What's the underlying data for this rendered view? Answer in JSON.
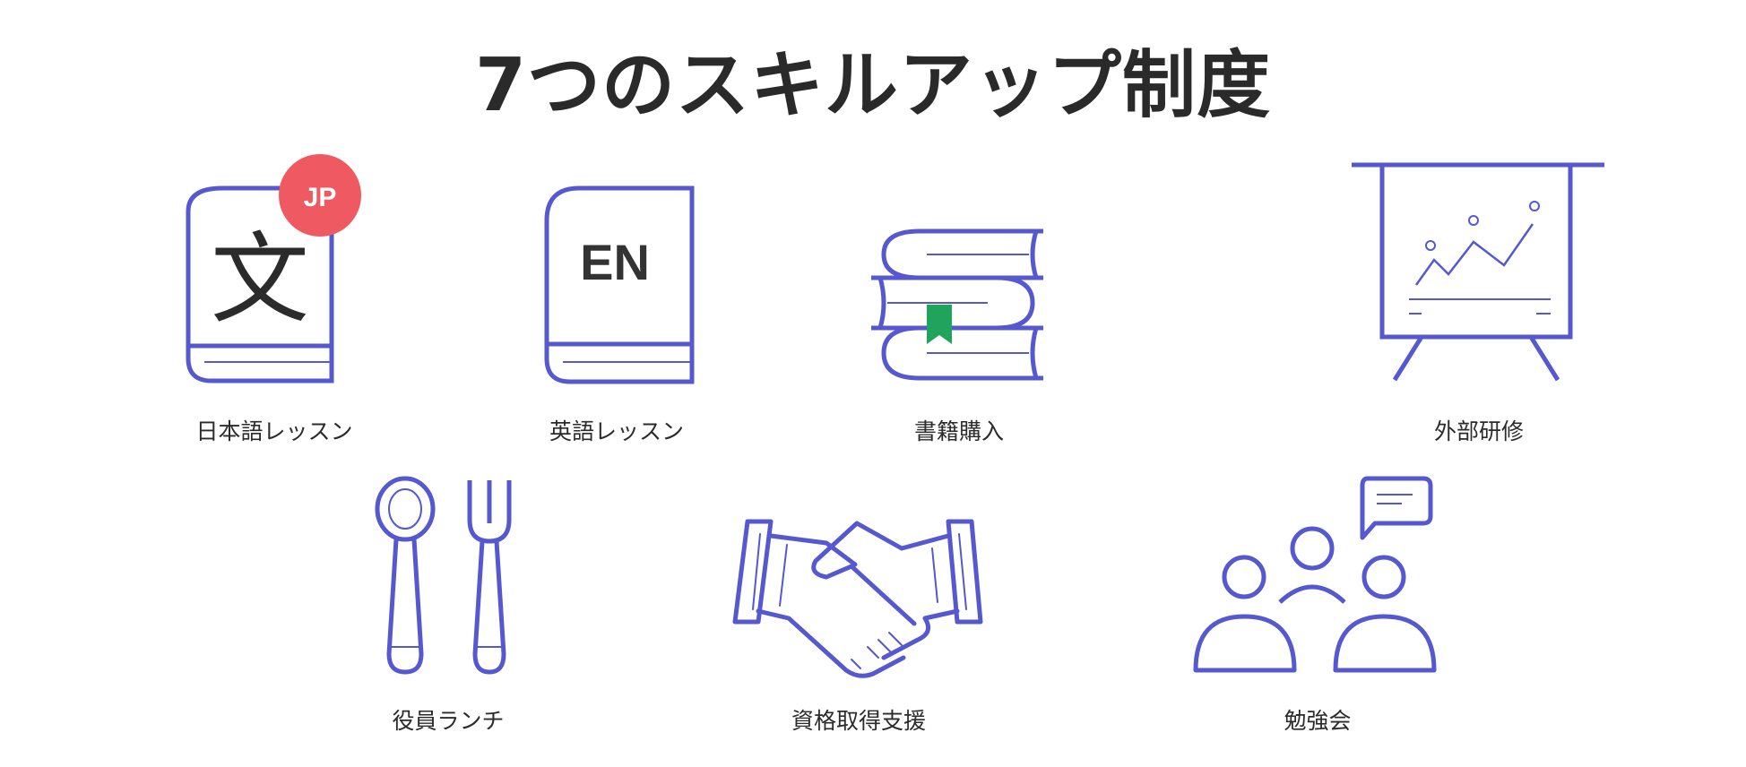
{
  "title": "7つのスキルアップ制度",
  "colors": {
    "stroke": "#5558cf",
    "badge": "#ef5a62",
    "bookmark": "#20a45c",
    "text": "#2b2b2b"
  },
  "items": [
    {
      "label": "日本語レッスン",
      "icon": "japanese-book-icon",
      "glyph": "文",
      "badge": "JP"
    },
    {
      "label": "英語レッスン",
      "icon": "english-book-icon",
      "glyph": "EN"
    },
    {
      "label": "書籍購入",
      "icon": "book-stack-icon"
    },
    {
      "label": "外部研修",
      "icon": "presentation-board-icon"
    },
    {
      "label": "役員ランチ",
      "icon": "spoon-fork-icon"
    },
    {
      "label": "資格取得支援",
      "icon": "handshake-icon"
    },
    {
      "label": "勉強会",
      "icon": "study-group-icon"
    }
  ]
}
